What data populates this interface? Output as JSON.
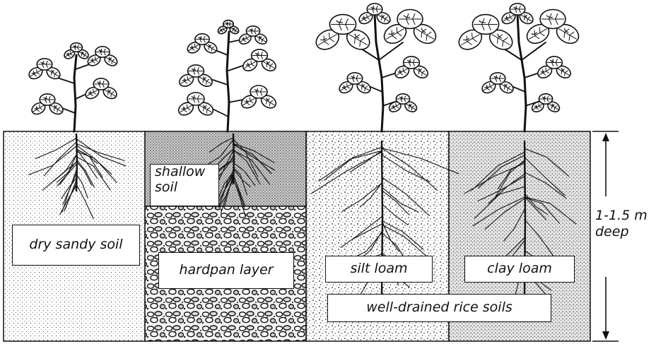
{
  "panels": [
    {
      "name": "sandy",
      "fill": "pattern-sparse-dots"
    },
    {
      "name": "shallow",
      "fill": "pattern-dense-dots"
    },
    {
      "name": "silt",
      "fill": "pattern-speckle"
    },
    {
      "name": "clay",
      "fill": "pattern-clay"
    }
  ],
  "labels": {
    "dry_sandy_soil": "dry sandy soil",
    "shallow_soil_line1": "shallow",
    "shallow_soil_line2": "soil",
    "hardpan_layer": "hardpan layer",
    "silt_loam": "silt loam",
    "clay_loam": "clay loam",
    "well_drained": "well-drained rice soils",
    "depth_line1": "1-1.5 m",
    "depth_line2": "deep"
  },
  "colors": {
    "ink": "#111111",
    "paper": "#ffffff"
  }
}
